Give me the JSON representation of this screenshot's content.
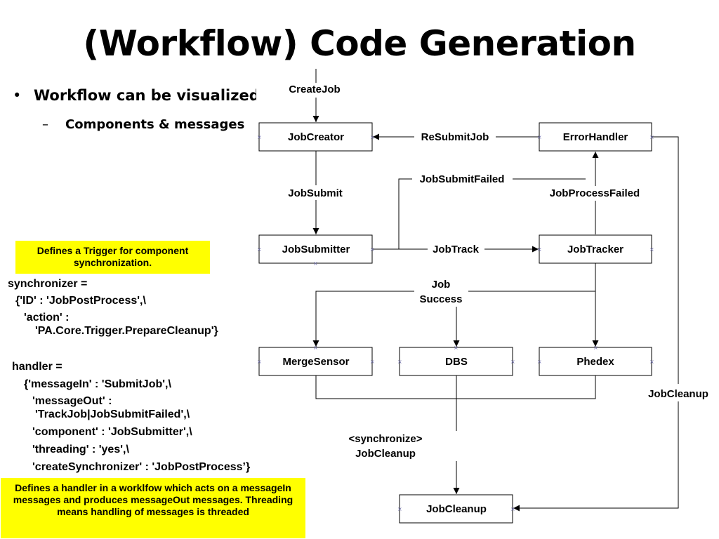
{
  "slide": {
    "title": "(Workflow) Code Generation",
    "bullet": "Workflow can be visualized",
    "sub_bullet": "Components & messages"
  },
  "notes": {
    "trigger": "Defines a Trigger for component synchronization.",
    "handler": "Defines a handler in a worklfow which acts on a messageIn messages and produces messageOut messages. Threading means handling of messages is threaded"
  },
  "code": {
    "synchronizer": [
      "synchronizer =",
      "{'ID' : 'JobPostProcess',\\",
      "'action' :",
      "'PA.Core.Trigger.PrepareCleanup'}"
    ],
    "handler": [
      "handler =",
      "{'messageIn'   : 'SubmitJob',\\",
      "'messageOut'  :",
      "'TrackJob|JobSubmitFailed',\\",
      "'component'   : 'JobSubmitter',\\",
      "'threading'   : 'yes',\\",
      "'createSynchronizer' : 'JobPostProcess’}"
    ]
  },
  "diagram": {
    "components": {
      "job_creator": "JobCreator",
      "error_handler": "ErrorHandler",
      "job_submitter": "JobSubmitter",
      "job_tracker": "JobTracker",
      "merge_sensor": "MergeSensor",
      "dbs": "DBS",
      "phedex": "Phedex",
      "job_cleanup": "JobCleanup"
    },
    "messages": {
      "create_job": "CreateJob",
      "resubmit_job": "ReSubmitJob",
      "job_submit": "JobSubmit",
      "job_submit_failed": "JobSubmitFailed",
      "job_process_failed": "JobProcessFailed",
      "job_track": "JobTrack",
      "job_success_line1": "Job",
      "job_success_line2": "Success",
      "job_cleanup_msg": "JobCleanup",
      "sync_line1": "<synchronize>",
      "sync_line2": "JobCleanup"
    },
    "port_marker": "×"
  }
}
